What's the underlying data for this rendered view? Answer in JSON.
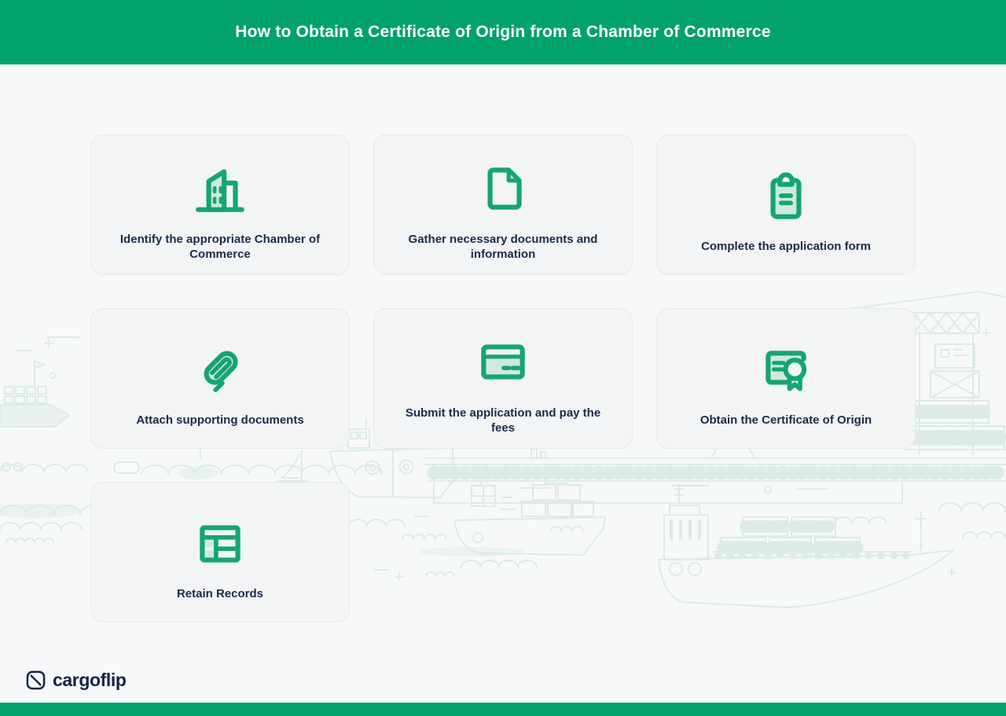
{
  "header": {
    "title": "How to Obtain a Certificate of Origin from a Chamber of Commerce"
  },
  "steps": [
    {
      "label": "Identify the appropriate Chamber of Commerce",
      "icon": "building-icon"
    },
    {
      "label": "Gather necessary documents and information",
      "icon": "document-icon"
    },
    {
      "label": "Complete the application form",
      "icon": "clipboard-icon"
    },
    {
      "label": "Attach supporting documents",
      "icon": "paperclip-icon"
    },
    {
      "label": "Submit the application and pay the fees",
      "icon": "credit-card-icon"
    },
    {
      "label": "Obtain the Certificate of Origin",
      "icon": "certificate-ribbon-icon"
    },
    {
      "label": "Retain Records",
      "icon": "table-records-icon"
    }
  ],
  "footer": {
    "brand": "cargoflip"
  },
  "background": {
    "theme": "faint line-art seaport with container ships, tugboat, sailboat, pier and harbor crane"
  },
  "colors": {
    "banner_green": "#01a26d",
    "icon_green": "#14a573",
    "icon_fill": "#cfe9dc",
    "card_bg": "#f2f4f5",
    "card_border": "#e6e9eb",
    "page_bg": "#f7f8f9",
    "text_navy": "#1b2b4d",
    "logo_navy": "#15234a",
    "illustration_line": "#dcebe5",
    "illustration_fill": "#e9f2ee"
  }
}
